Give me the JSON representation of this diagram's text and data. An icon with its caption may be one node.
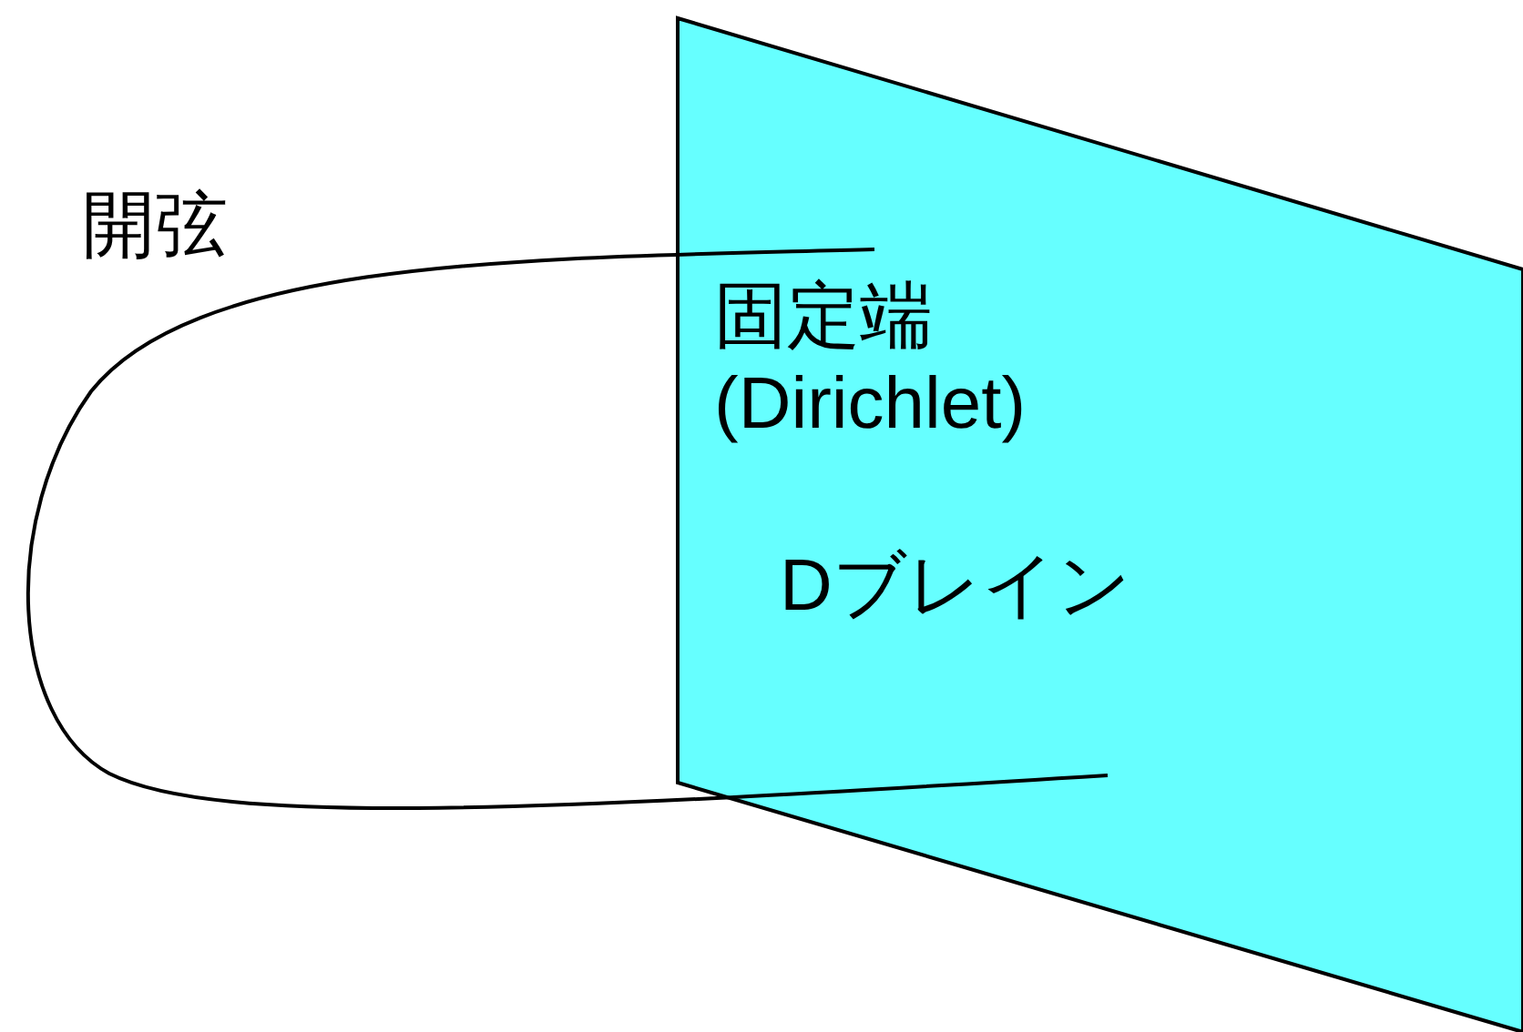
{
  "diagram": {
    "nodes": [
      {
        "text": [
          "Dブレイン"
        ]
      }
    ],
    "edges": [],
    "labels": [
      "開弦",
      "固定端 (Dirichlet)"
    ]
  }
}
